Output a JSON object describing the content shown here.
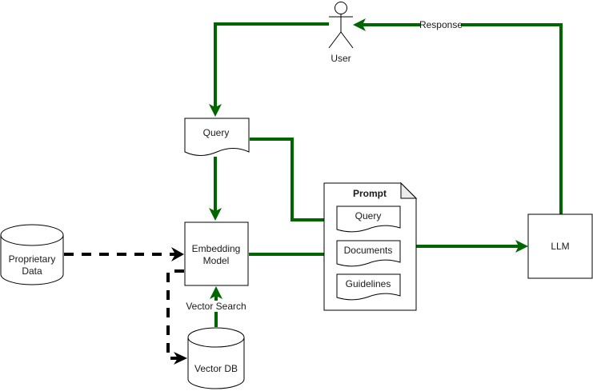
{
  "diagram": {
    "type": "RAG architecture flowchart",
    "colors": {
      "primary_edge": "#006600",
      "dashed_edge": "#000000",
      "node_stroke": "#000000",
      "node_fill": "#ffffff",
      "text": "#1a1a1a"
    },
    "nodes": {
      "user": {
        "label": "User",
        "shape": "actor"
      },
      "query": {
        "label": "Query",
        "shape": "document"
      },
      "embedding_model": {
        "label_line1": "Embedding",
        "label_line2": "Model",
        "shape": "rectangle"
      },
      "proprietary_data": {
        "label_line1": "Proprietary",
        "label_line2": "Data",
        "shape": "cylinder"
      },
      "vector_db": {
        "label": "Vector DB",
        "shape": "cylinder"
      },
      "prompt": {
        "title": "Prompt",
        "shape": "note",
        "sections": [
          {
            "label": "Query"
          },
          {
            "label": "Documents"
          },
          {
            "label": "Guidelines"
          }
        ]
      },
      "llm": {
        "label": "LLM",
        "shape": "rectangle"
      }
    },
    "edges": [
      {
        "from": "user",
        "to": "query",
        "style": "solid-green"
      },
      {
        "from": "query",
        "to": "embedding_model",
        "style": "solid-green"
      },
      {
        "from": "query",
        "to": "prompt.query",
        "style": "solid-green"
      },
      {
        "from": "embedding_model",
        "to": "prompt.documents",
        "style": "solid-green"
      },
      {
        "from": "vector_db",
        "to": "embedding_model",
        "style": "solid-green",
        "label": "Vector Search"
      },
      {
        "from": "proprietary_data",
        "to": "embedding_model",
        "style": "dashed-black"
      },
      {
        "from": "embedding_model",
        "to": "vector_db",
        "style": "dashed-black"
      },
      {
        "from": "prompt",
        "to": "llm",
        "style": "solid-green"
      },
      {
        "from": "llm",
        "to": "user",
        "style": "solid-green",
        "label": "Response"
      }
    ],
    "edge_labels": {
      "response": "Response",
      "vector_search": "Vector Search"
    }
  }
}
